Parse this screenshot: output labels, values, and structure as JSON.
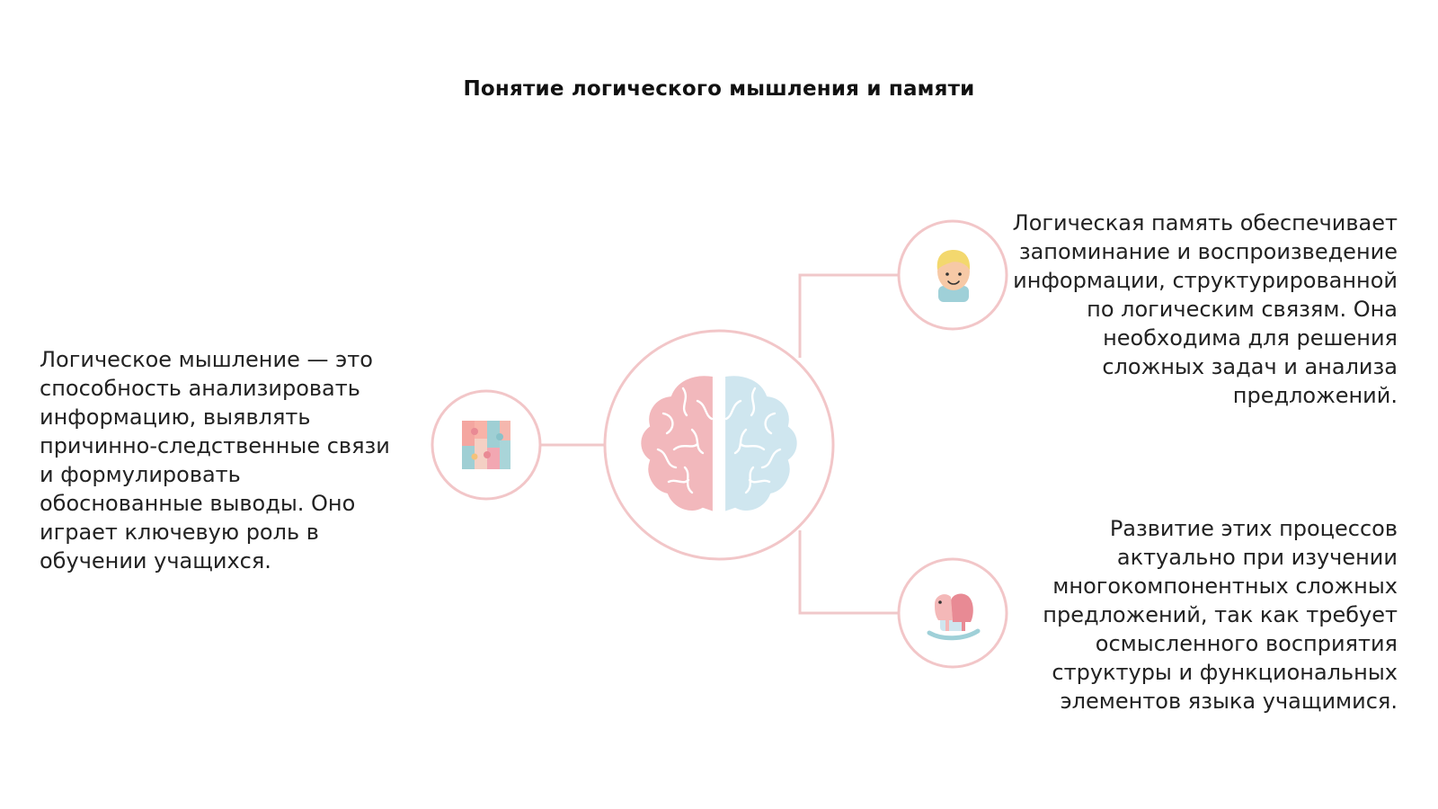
{
  "title": "Понятие логического мышления и памяти",
  "blocks": {
    "left": "Логическое мышление — это способность анализировать информацию, выявлять причинно-следственные связи и формулировать обоснованные выводы. Оно играет ключевую роль в обучении учащихся.",
    "right_top": "Логическая память обеспечивает запоминание и воспроизведение информации, структурированной по логическим связям. Она необходима для решения сложных задач и анализа предложений.",
    "right_bottom": "Развитие этих процессов актуально при изучении многокомпонентных сложных предложений, так как требует осмысленного восприятия структуры и функциональных элементов языка учащимися."
  },
  "icons": {
    "center": "brain-icon",
    "left": "puzzle-icon",
    "right_top": "child-icon",
    "right_bottom": "rocking-horse-icon"
  },
  "colors": {
    "ring": "#f2c6c8",
    "connector": "#f0c8ca",
    "brain_left": "#f2b8bc",
    "brain_right": "#cfe6ef",
    "text": "#222222"
  }
}
